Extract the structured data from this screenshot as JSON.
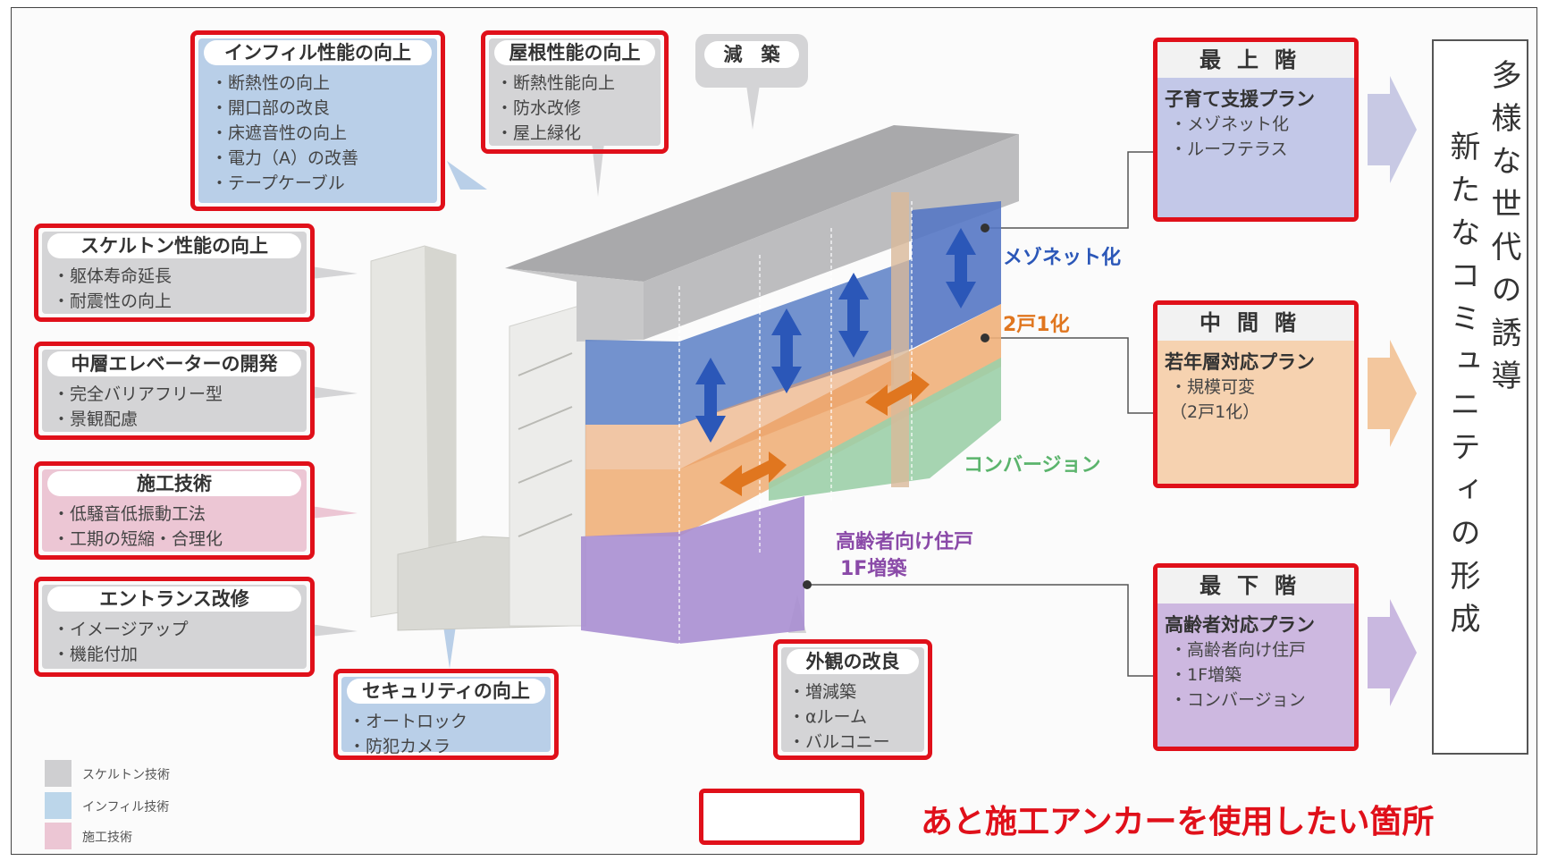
{
  "top_boxes": {
    "infill": {
      "title": "インフィル性能の向上",
      "items": [
        "断熱性の向上",
        "開口部の改良",
        "床遮音性の向上",
        "電力（A）の改善",
        "テープケーブル"
      ]
    },
    "roof": {
      "title": "屋根性能の向上",
      "items": [
        "断熱性能向上",
        "防水改修",
        "屋上緑化"
      ]
    },
    "reduce": {
      "title": "減　築"
    }
  },
  "left_boxes": {
    "skeleton": {
      "title": "スケルトン性能の向上",
      "items": [
        "躯体寿命延長",
        "耐震性の向上"
      ]
    },
    "elevator": {
      "title": "中層エレベーターの開発",
      "items": [
        "完全バリアフリー型",
        "景観配慮"
      ]
    },
    "construction": {
      "title": "施工技術",
      "items": [
        "低騒音低振動工法",
        "工期の短縮・合理化"
      ]
    },
    "entrance": {
      "title": "エントランス改修",
      "items": [
        "イメージアップ",
        "機能付加"
      ]
    }
  },
  "bottom_boxes": {
    "security": {
      "title": "セキュリティの向上",
      "items": [
        "オートロック",
        "防犯カメラ"
      ]
    },
    "exterior": {
      "title": "外観の改良",
      "items": [
        "増減築",
        "αルーム",
        "バルコニー"
      ]
    }
  },
  "building_labels": {
    "maisonette": "メゾネット化",
    "two_to_one": "2戸1化",
    "conversion": "コンバージョン",
    "elderly": "高齢者向け住戸",
    "first_floor": "1F増築"
  },
  "floors": {
    "top": {
      "head": "最上階",
      "title": "子育て支援プラン",
      "items": [
        "メゾネット化",
        "ルーフテラス"
      ]
    },
    "middle": {
      "head": "中間階",
      "title": "若年層対応プラン",
      "items": [
        "規模可変"
      ],
      "note": "（2戸1化）"
    },
    "bottom": {
      "head": "最下階",
      "title": "高齢者対応プラン",
      "items": [
        "高齢者向け住戸",
        "1F増築",
        "コンバージョン"
      ]
    }
  },
  "right_panel": {
    "col1": "多様な世代の誘導",
    "col2": "新たなコミュニティの形成"
  },
  "legend": [
    {
      "label": "スケルトン技術",
      "color": "#cfcfd1"
    },
    {
      "label": "インフィル技術",
      "color": "#bcd6ea"
    },
    {
      "label": "施工技術",
      "color": "#ecc6d4"
    }
  ],
  "annotation": {
    "text": "あと施工アンカーを使用したい箇所",
    "color": "#e0101a"
  }
}
